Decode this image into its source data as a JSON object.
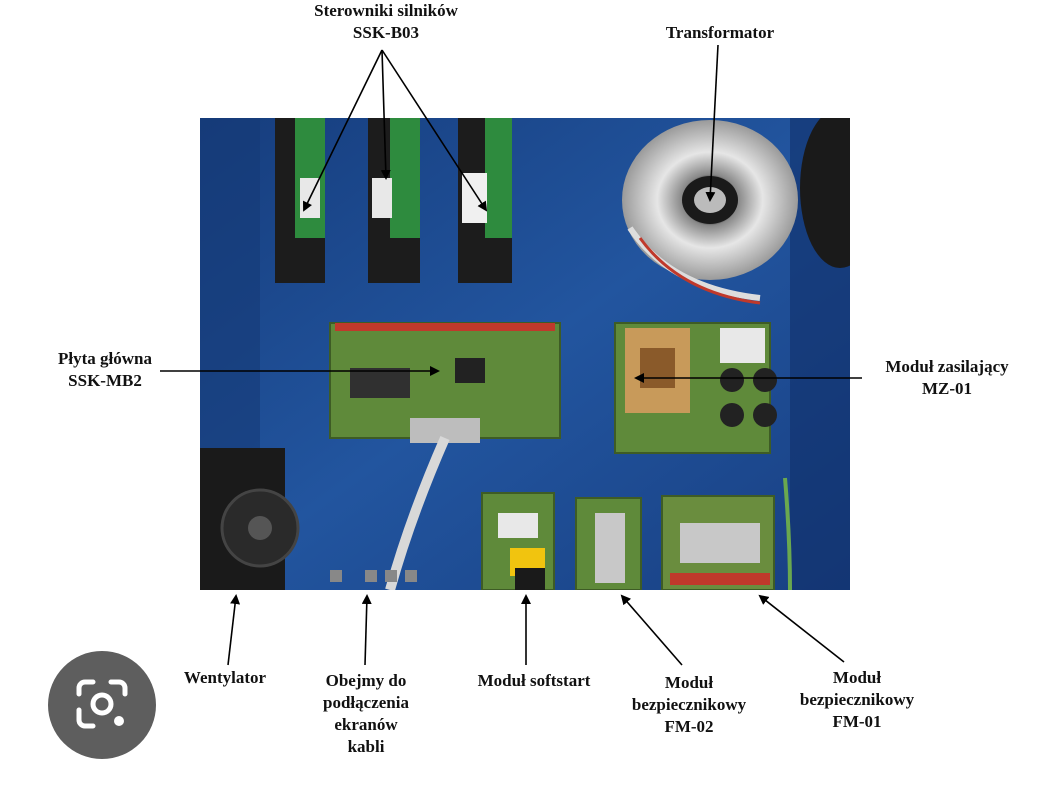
{
  "labels": {
    "motor_drivers": "Sterowniki silników\nSSK-B03",
    "transformer": "Transformator",
    "mainboard": "Płyta główna\nSSK-MB2",
    "power_module": "Moduł zasilający\nMZ-01",
    "fan": "Wentylator",
    "cable_clamps": "Obejmy do\npodłączenia\nekranów\nkabli",
    "softstart": "Moduł softstart",
    "fuse_fm02": "Moduł\nbezpiecznikowy\nFM-02",
    "fuse_fm01": "Moduł\nbezpiecznikowy\nFM-01"
  },
  "colors": {
    "panel_blue": "#1f4d9a",
    "pcb_green": "#5f8a3a",
    "arrow": "#000000",
    "lens_button": "#5e5e5e"
  },
  "icons": {
    "lens_button": "camera-search-icon"
  }
}
